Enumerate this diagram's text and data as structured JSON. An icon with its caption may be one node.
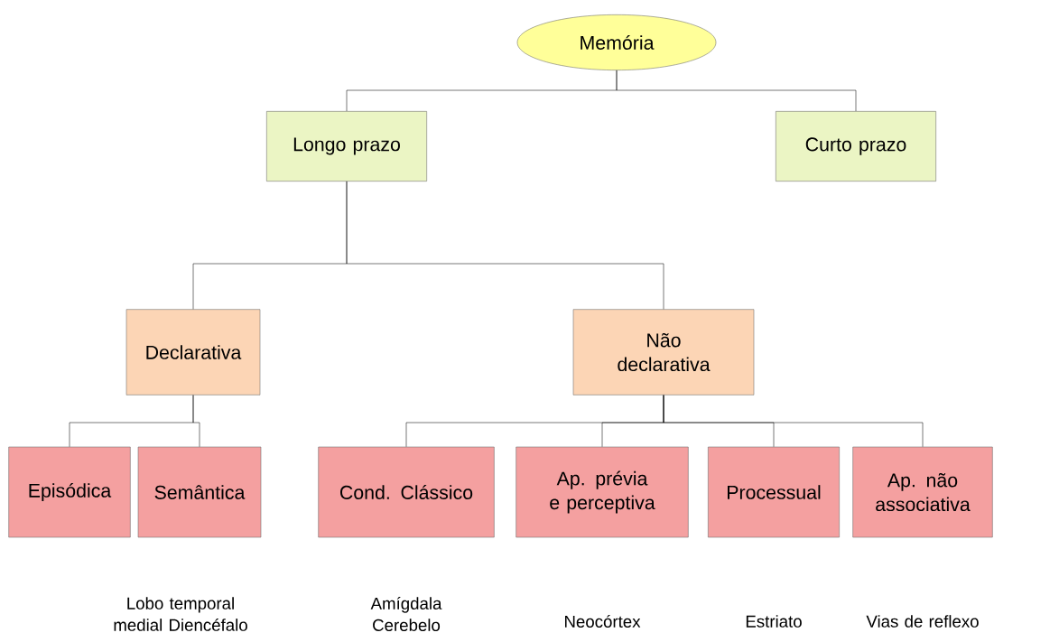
{
  "diagram": {
    "nodes": [
      {
        "text": [
          "Memória"
        ]
      },
      {
        "text": [
          "Longo prazo"
        ]
      },
      {
        "text": [
          "Curto prazo"
        ]
      },
      {
        "text": [
          "Declarativa"
        ]
      },
      {
        "text": [
          "Não declarativa"
        ]
      },
      {
        "text": [
          "Episódica"
        ]
      },
      {
        "text": [
          "Semântica"
        ]
      },
      {
        "text": [
          "Cond. Clássico"
        ]
      },
      {
        "text": [
          "Ap. prévia e perceptiva"
        ]
      },
      {
        "text": [
          "Processual"
        ]
      },
      {
        "text": [
          "Ap. não associativa"
        ]
      }
    ],
    "edges": [
      {
        "from": 0,
        "to": 1,
        "arrow": "none"
      },
      {
        "from": 0,
        "to": 2,
        "arrow": "none"
      },
      {
        "from": 1,
        "to": 3,
        "arrow": "none"
      },
      {
        "from": 1,
        "to": 4,
        "arrow": "none"
      },
      {
        "from": 3,
        "to": 5,
        "arrow": "none"
      },
      {
        "from": 3,
        "to": 6,
        "arrow": "none"
      },
      {
        "from": 4,
        "to": 7,
        "arrow": "none"
      },
      {
        "from": 4,
        "to": 8,
        "arrow": "none"
      },
      {
        "from": 4,
        "to": 9,
        "arrow": "none"
      },
      {
        "from": 4,
        "to": 10,
        "arrow": "none"
      }
    ],
    "labels": [
      "Lobo temporal medial Diencéfalo",
      "Amígdala Cerebelo",
      "Neocórtex",
      "Estriato",
      "Vias de reflexo"
    ]
  }
}
